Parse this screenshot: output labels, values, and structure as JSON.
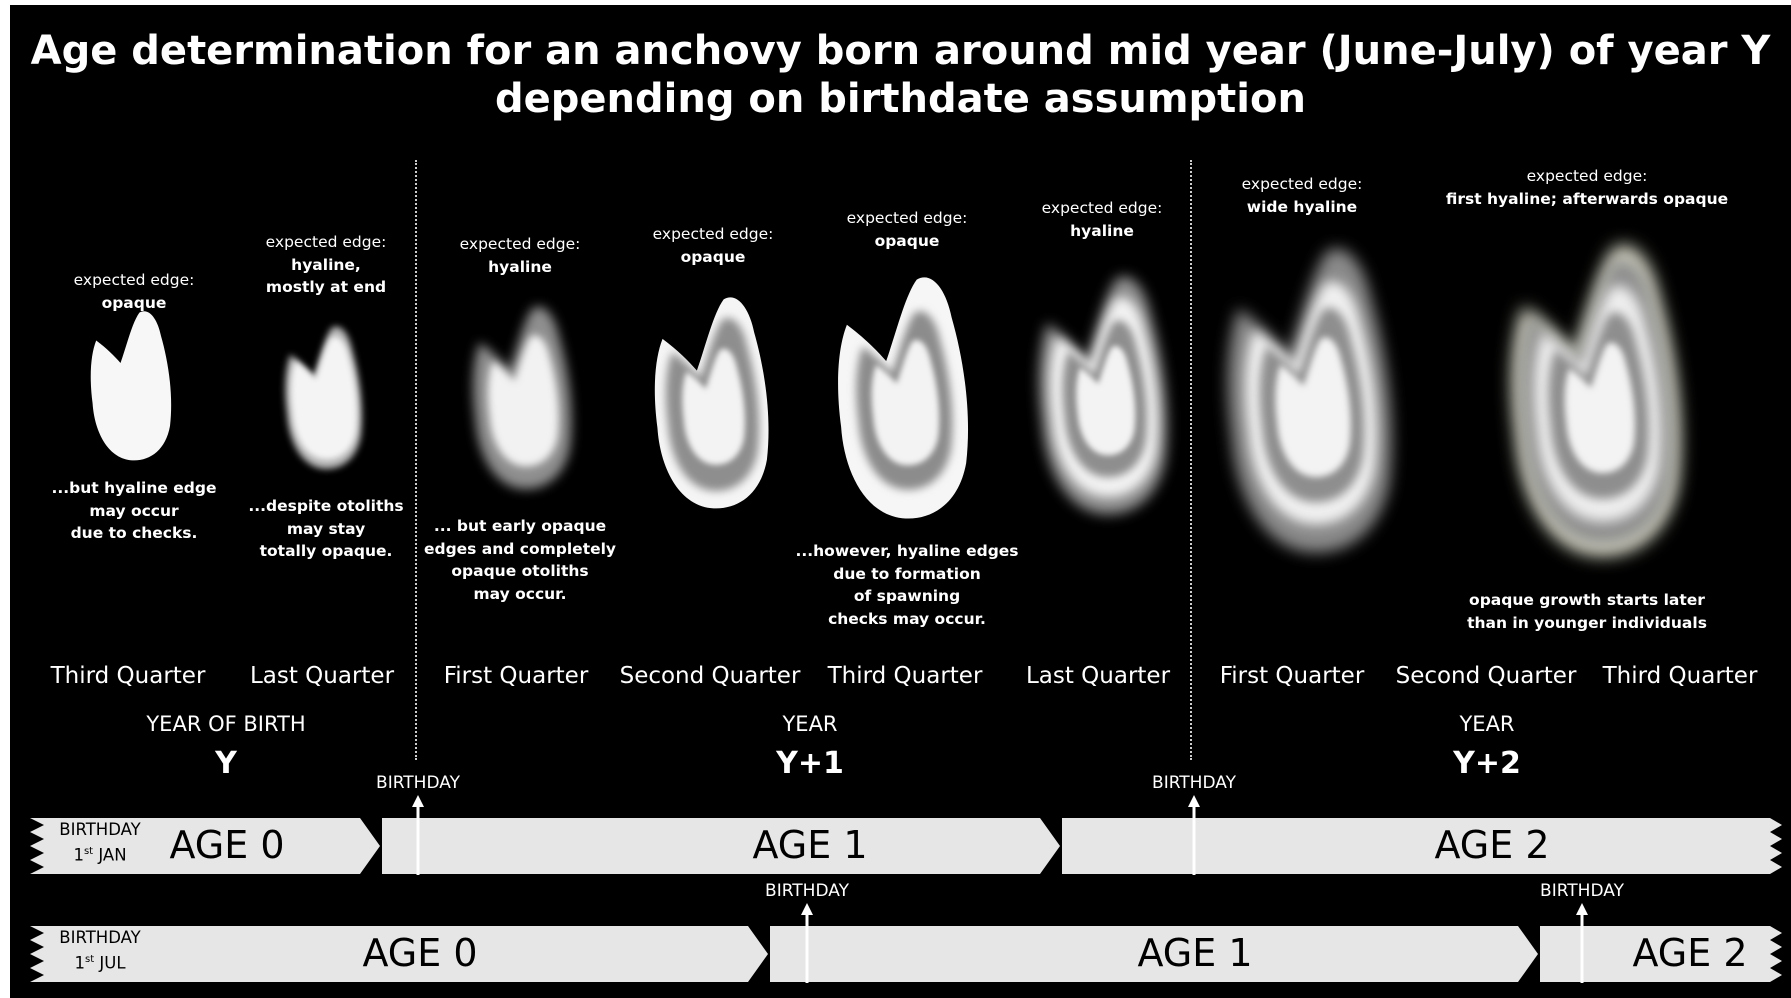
{
  "title": {
    "line1": "Age determination for an anchovy born around mid year (June-July) of year Y",
    "line2": "depending on birthdate assumption"
  },
  "otoliths": [
    {
      "id": "o1",
      "edge_head": "expected edge:",
      "edge_l1": "opaque",
      "edge_l2": "",
      "caption": [
        "...but hyaline edge",
        "may occur",
        "due to checks."
      ]
    },
    {
      "id": "o2",
      "edge_head": "expected edge:",
      "edge_l1": "hyaline,",
      "edge_l2": "mostly at end",
      "caption": [
        "...despite otoliths",
        "may stay",
        "totally opaque."
      ]
    },
    {
      "id": "o3",
      "edge_head": "expected edge:",
      "edge_l1": "hyaline",
      "edge_l2": "",
      "caption": [
        "... but early opaque",
        "edges and completely",
        "opaque otoliths",
        "may occur."
      ]
    },
    {
      "id": "o4",
      "edge_head": "expected edge:",
      "edge_l1": "opaque",
      "edge_l2": "",
      "caption": []
    },
    {
      "id": "o5",
      "edge_head": "expected edge:",
      "edge_l1": "opaque",
      "edge_l2": "",
      "caption": [
        "...however, hyaline edges",
        "due to formation",
        "of spawning",
        "checks may occur."
      ]
    },
    {
      "id": "o6",
      "edge_head": "expected edge:",
      "edge_l1": "hyaline",
      "edge_l2": "",
      "caption": []
    },
    {
      "id": "o7",
      "edge_head": "expected edge:",
      "edge_l1": "wide hyaline",
      "edge_l2": "",
      "caption": []
    },
    {
      "id": "o8",
      "edge_head": "expected edge:",
      "edge_l1": "first hyaline; afterwards opaque",
      "edge_l2": "",
      "caption": [
        "opaque growth starts later",
        "than in younger individuals"
      ]
    }
  ],
  "quarters": [
    "Third Quarter",
    "Last Quarter",
    "First Quarter",
    "Second Quarter",
    "Third Quarter",
    "Last Quarter",
    "First Quarter",
    "Second Quarter",
    "Third Quarter"
  ],
  "years": [
    {
      "label": "YEAR OF BIRTH",
      "value": "Y"
    },
    {
      "label": "YEAR",
      "value": "Y+1"
    },
    {
      "label": "YEAR",
      "value": "Y+2"
    }
  ],
  "timelines": [
    {
      "birthday_main": "BIRTHDAY",
      "birthday_num": "1",
      "birthday_sup": "st",
      "birthday_month": "JAN",
      "ages": [
        "AGE 0",
        "AGE 1",
        "AGE 2"
      ],
      "markers": [
        "BIRTHDAY",
        "BIRTHDAY"
      ]
    },
    {
      "birthday_main": "BIRTHDAY",
      "birthday_num": "1",
      "birthday_sup": "st",
      "birthday_month": "JUL",
      "ages": [
        "AGE 0",
        "AGE 1",
        "AGE 2"
      ],
      "markers": [
        "BIRTHDAY",
        "BIRTHDAY"
      ]
    }
  ],
  "colors": {
    "background": "#000000",
    "bar_fill": "#e6e6e6",
    "otolith_opaque": "#f4f4f4",
    "otolith_hyaline": "#8c8c8c"
  }
}
